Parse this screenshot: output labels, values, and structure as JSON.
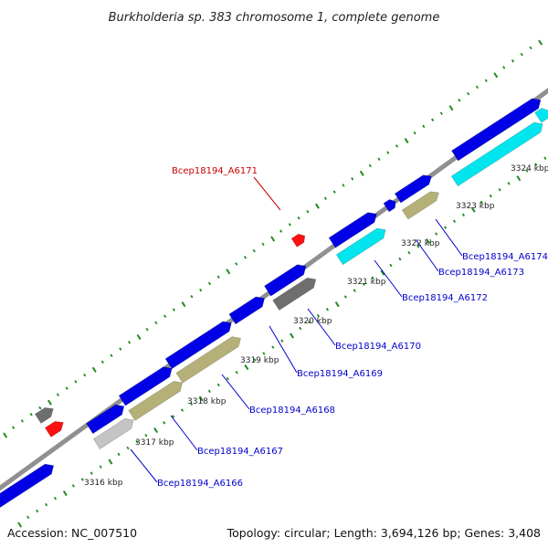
{
  "title": "Burkholderia sp. 383 chromosome 1, complete genome",
  "footer": {
    "accession": "Accession: NC_007510",
    "summary": "Topology: circular; Length: 3,694,126 bp; Genes: 3,408"
  },
  "colors": {
    "backbone": "#909090",
    "tick_dots": "#1f8a1f",
    "gene_blue": "#0000e6",
    "gene_cyan": "#00e5ee",
    "gene_khaki": "#b5b078",
    "gene_dark_gray": "#6e6e6e",
    "gene_light_gray": "#c4c4c4",
    "gene_red": "#ff1010",
    "label_blue": "#0000cc",
    "label_red": "#cc0000"
  },
  "kbp_ticks": [
    "3316 kbp",
    "3317 kbp",
    "3318 kbp",
    "3319 kbp",
    "3320 kbp",
    "3321 kbp",
    "3322 kbp",
    "3323 kbp",
    "3324 kbp"
  ],
  "gene_labels": [
    {
      "id": "Bcep18194_A6171",
      "color": "red"
    },
    {
      "id": "Bcep18194_A6174",
      "color": "blue"
    },
    {
      "id": "Bcep18194_A6173",
      "color": "blue"
    },
    {
      "id": "Bcep18194_A6172",
      "color": "blue"
    },
    {
      "id": "Bcep18194_A6170",
      "color": "blue"
    },
    {
      "id": "Bcep18194_A6169",
      "color": "blue"
    },
    {
      "id": "Bcep18194_A6168",
      "color": "blue"
    },
    {
      "id": "Bcep18194_A6167",
      "color": "blue"
    },
    {
      "id": "Bcep18194_A6166",
      "color": "blue"
    }
  ]
}
